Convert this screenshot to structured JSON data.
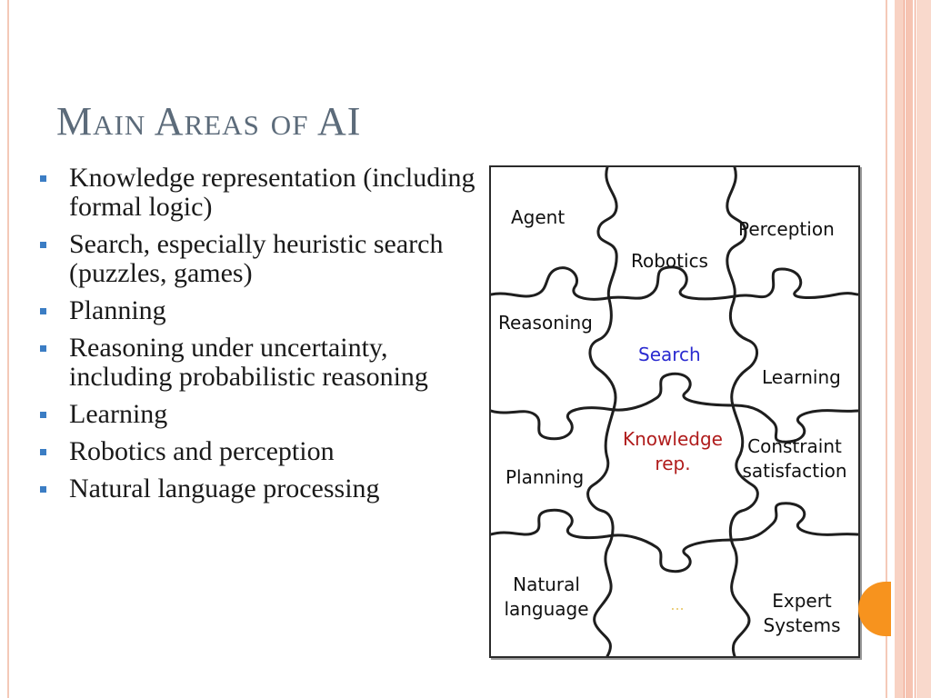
{
  "slide": {
    "title": "Main Areas of AI",
    "bullets": [
      "Knowledge representation (including formal logic)",
      "Search, especially heuristic search (puzzles, games)",
      "Planning",
      "Reasoning under uncertainty, including probabilistic reasoning",
      "Learning",
      "Robotics and perception",
      "Natural language processing"
    ],
    "bullet_color": "#3b7dc4",
    "title_color": "#5c6b7a"
  },
  "puzzle": {
    "pieces": {
      "agent": "Agent",
      "robotics": "Robotics",
      "perception": "Perception",
      "reasoning": "Reasoning",
      "search": "Search",
      "learning": "Learning",
      "planning": "Planning",
      "knowledge_line1": "Knowledge",
      "knowledge_line2": "rep.",
      "constraint_line1": "Constraint",
      "constraint_line2": "satisfaction",
      "natural_line1": "Natural",
      "natural_line2": "language",
      "ellipsis": "...",
      "expert_line1": "Expert",
      "expert_line2": "Systems"
    },
    "colors": {
      "default_text": "#111111",
      "search_text": "#2a2ad0",
      "knowledge_text": "#b01c1c",
      "ellipsis_text": "#e9c86a"
    }
  },
  "page_number_badge_color": "#f7931e"
}
